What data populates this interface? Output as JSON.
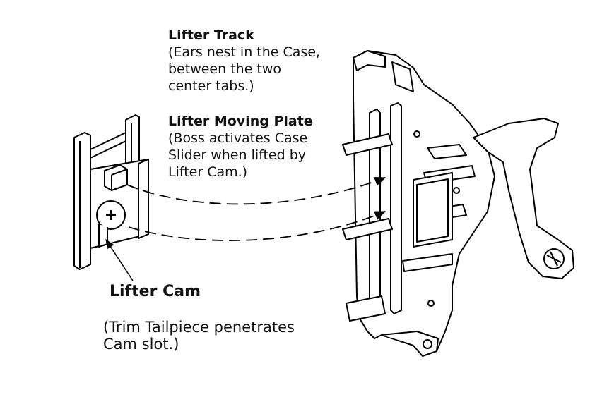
{
  "labels": {
    "lifter_track": {
      "title": "Lifter Track",
      "lines": [
        "(Ears nest in the Case,",
        "between the two",
        "center tabs.)"
      ]
    },
    "lifter_moving_plate": {
      "title": "Lifter Moving Plate",
      "lines": [
        "(Boss activates Case",
        "Slider when lifted by",
        "Lifter Cam.)"
      ]
    },
    "lifter_cam": {
      "title": "Lifter Cam",
      "lines": [
        "(Trim Tailpiece penetrates",
        "Cam slot.)"
      ]
    }
  }
}
